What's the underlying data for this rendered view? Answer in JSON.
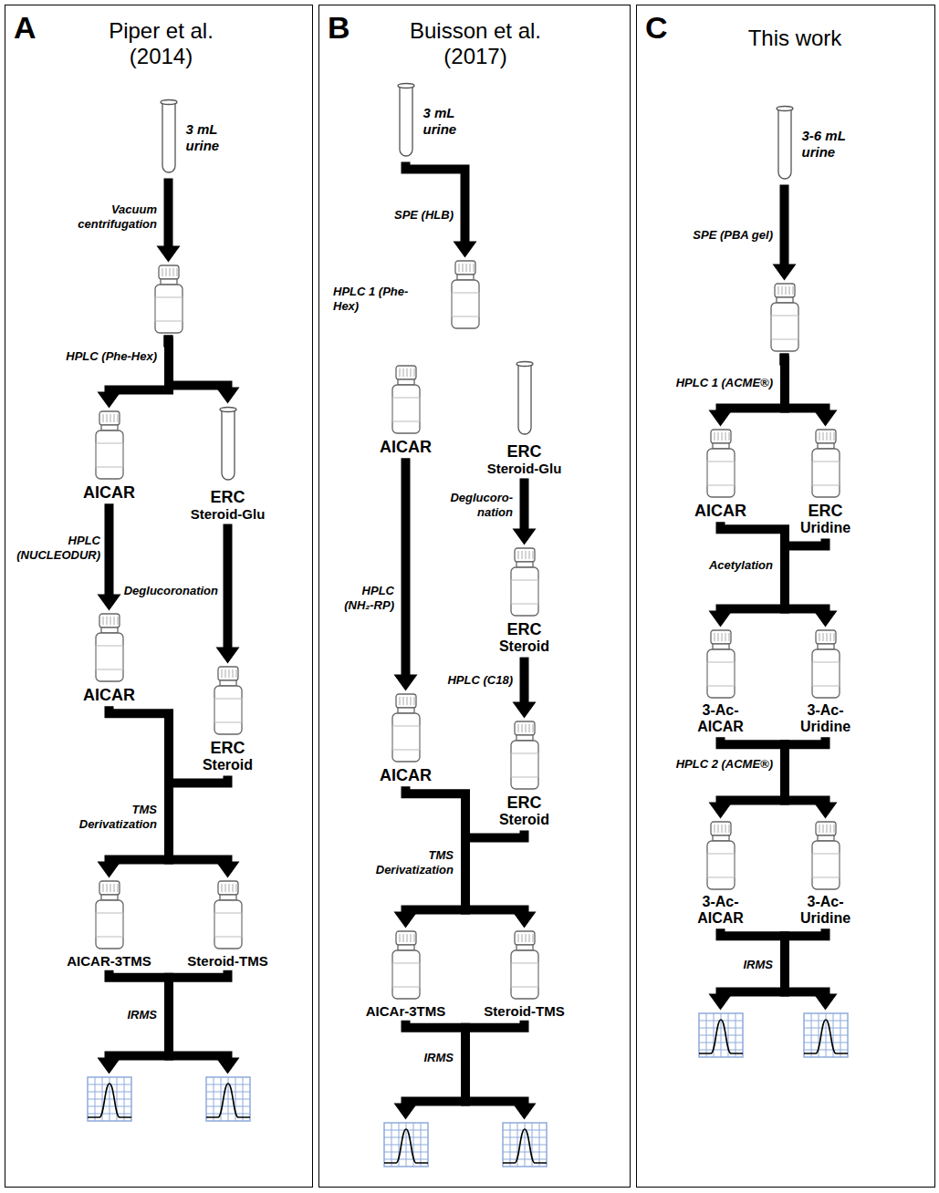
{
  "diagram": {
    "nodes": [
      {
        "text": [
          "A",
          "Piper et al. (2014)"
        ]
      },
      {
        "text": [
          "3 mL urine"
        ],
        "in": 0
      },
      {
        "text": [],
        "in": 0
      },
      {
        "text": [
          "AICAR"
        ],
        "in": 0
      },
      {
        "text": [
          "ERC",
          "Steroid-Glu"
        ],
        "in": 0
      },
      {
        "text": [
          "AICAR"
        ],
        "in": 0
      },
      {
        "text": [
          "ERC",
          "Steroid"
        ],
        "in": 0
      },
      {
        "text": [
          "AICAR-3TMS"
        ],
        "in": 0
      },
      {
        "text": [
          "Steroid-TMS"
        ],
        "in": 0
      },
      {
        "text": [],
        "in": 0
      },
      {
        "text": [],
        "in": 0
      },
      {
        "text": [
          "B",
          "Buisson et al. (2017)"
        ]
      },
      {
        "text": [
          "3 mL urine"
        ],
        "in": 11
      },
      {
        "text": [],
        "in": 11
      },
      {
        "text": [
          "AICAR"
        ],
        "in": 11
      },
      {
        "text": [
          "ERC",
          "Steroid-Glu"
        ],
        "in": 11
      },
      {
        "text": [
          "ERC",
          "Steroid"
        ],
        "in": 11
      },
      {
        "text": [
          "AICAR"
        ],
        "in": 11
      },
      {
        "text": [
          "ERC",
          "Steroid"
        ],
        "in": 11
      },
      {
        "text": [
          "AICAr-3TMS"
        ],
        "in": 11
      },
      {
        "text": [
          "Steroid-TMS"
        ],
        "in": 11
      },
      {
        "text": [],
        "in": 11
      },
      {
        "text": [],
        "in": 11
      },
      {
        "text": [
          "C",
          "This work"
        ]
      },
      {
        "text": [
          "3-6 mL urine"
        ],
        "in": 23
      },
      {
        "text": [],
        "in": 23
      },
      {
        "text": [
          "AICAR"
        ],
        "in": 23
      },
      {
        "text": [
          "ERC",
          "Uridine"
        ],
        "in": 23
      },
      {
        "text": [
          "3-Ac- AICAR"
        ],
        "in": 23
      },
      {
        "text": [
          "3-Ac- Uridine"
        ],
        "in": 23
      },
      {
        "text": [
          "3-Ac- AICAR"
        ],
        "in": 23
      },
      {
        "text": [
          "3-Ac- Uridine"
        ],
        "in": 23
      },
      {
        "text": [],
        "in": 23
      },
      {
        "text": [],
        "in": 23
      }
    ],
    "edges": [
      {
        "from": 1,
        "to": 2,
        "arrow": "to",
        "label": "Vacuum centrifugation"
      },
      {
        "from": 2,
        "to": 3,
        "arrow": "to",
        "label": "HPLC (Phe-Hex)"
      },
      {
        "from": 2,
        "to": 4,
        "arrow": "to"
      },
      {
        "from": 3,
        "to": 5,
        "arrow": "to",
        "label": "HPLC (NUCLEODUR)"
      },
      {
        "from": 4,
        "to": 6,
        "arrow": "to",
        "label": "Deglucoronation"
      },
      {
        "from": 5,
        "to": 7,
        "arrow": "to",
        "label": "TMS Derivatization"
      },
      {
        "from": 6,
        "to": 8,
        "arrow": "to"
      },
      {
        "from": 7,
        "to": 9,
        "arrow": "to",
        "label": "IRMS"
      },
      {
        "from": 8,
        "to": 10,
        "arrow": "to"
      },
      {
        "from": 12,
        "to": 13,
        "arrow": "to",
        "label": "SPE (HLB)"
      },
      {
        "from": 14,
        "to": 17,
        "arrow": "to",
        "label": "HPLC (NH₂-RP)"
      },
      {
        "from": 15,
        "to": 16,
        "arrow": "to",
        "label": "Deglucoro- nation"
      },
      {
        "from": 16,
        "to": 18,
        "arrow": "to",
        "label": "HPLC (C18)"
      },
      {
        "from": 17,
        "to": 19,
        "arrow": "to",
        "label": "TMS Derivatization"
      },
      {
        "from": 18,
        "to": 20,
        "arrow": "to"
      },
      {
        "from": 19,
        "to": 21,
        "arrow": "to",
        "label": "IRMS"
      },
      {
        "from": 20,
        "to": 22,
        "arrow": "to"
      },
      {
        "from": 24,
        "to": 25,
        "arrow": "to",
        "label": "SPE (PBA gel)"
      },
      {
        "from": 25,
        "to": 26,
        "arrow": "to",
        "label": "HPLC 1 (ACME®)"
      },
      {
        "from": 25,
        "to": 27,
        "arrow": "to"
      },
      {
        "from": 26,
        "to": 28,
        "arrow": "to",
        "label": "Acetylation"
      },
      {
        "from": 27,
        "to": 29,
        "arrow": "to"
      },
      {
        "from": 28,
        "to": 30,
        "arrow": "to",
        "label": "HPLC 2 (ACME®)"
      },
      {
        "from": 29,
        "to": 31,
        "arrow": "to"
      },
      {
        "from": 30,
        "to": 32,
        "arrow": "to",
        "label": "IRMS"
      },
      {
        "from": 31,
        "to": 33,
        "arrow": "to"
      }
    ],
    "labels": [
      "HPLC 1 (Phe-Hex)"
    ]
  }
}
